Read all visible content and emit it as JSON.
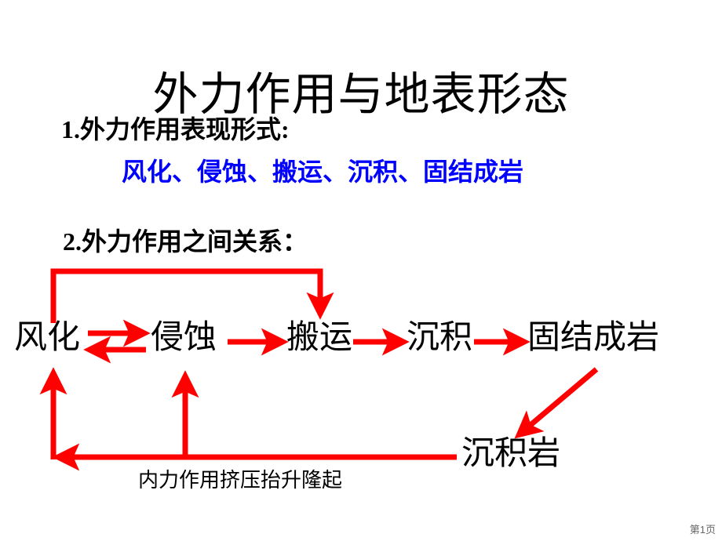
{
  "slide": {
    "title": "外力作用与地表形态",
    "page_number": "第1页",
    "background_color": "#ffffff",
    "accent_color": "#ff0000",
    "highlight_color": "#0000ff",
    "text_color": "#000000"
  },
  "sections": {
    "section1": {
      "heading": "1.外力作用表现形式:",
      "content": "风化、侵蚀、搬运、沉积、固结成岩",
      "content_color": "#0000ff"
    },
    "section2": {
      "heading": "2.外力作用之间关系："
    }
  },
  "diagram": {
    "nodes": [
      {
        "id": "fenghua",
        "label": "风化"
      },
      {
        "id": "qinshi",
        "label": "侵蚀"
      },
      {
        "id": "banyun",
        "label": "搬运"
      },
      {
        "id": "chenji",
        "label": "沉积"
      },
      {
        "id": "gujie",
        "label": "固结成岩"
      },
      {
        "id": "chenjiyan",
        "label": "沉积岩"
      }
    ],
    "caption": "内力作用挤压抬升隆起",
    "arrows": [
      {
        "from": "fenghua",
        "to": "qinshi",
        "style": "double-horizontal"
      },
      {
        "from": "qinshi",
        "to": "banyun",
        "style": "single-right"
      },
      {
        "from": "banyun",
        "to": "chenji",
        "style": "single-right"
      },
      {
        "from": "chenji",
        "to": "gujie",
        "style": "single-right"
      },
      {
        "from": "fenghua",
        "to": "banyun",
        "style": "top-loop"
      },
      {
        "from": "gujie",
        "to": "chenjiyan",
        "style": "diagonal-down-left"
      },
      {
        "from": "chenjiyan",
        "to": "fenghua",
        "style": "bottom-loop"
      },
      {
        "from": "chenjiyan",
        "to": "qinshi",
        "style": "bottom-branch-up"
      }
    ]
  }
}
